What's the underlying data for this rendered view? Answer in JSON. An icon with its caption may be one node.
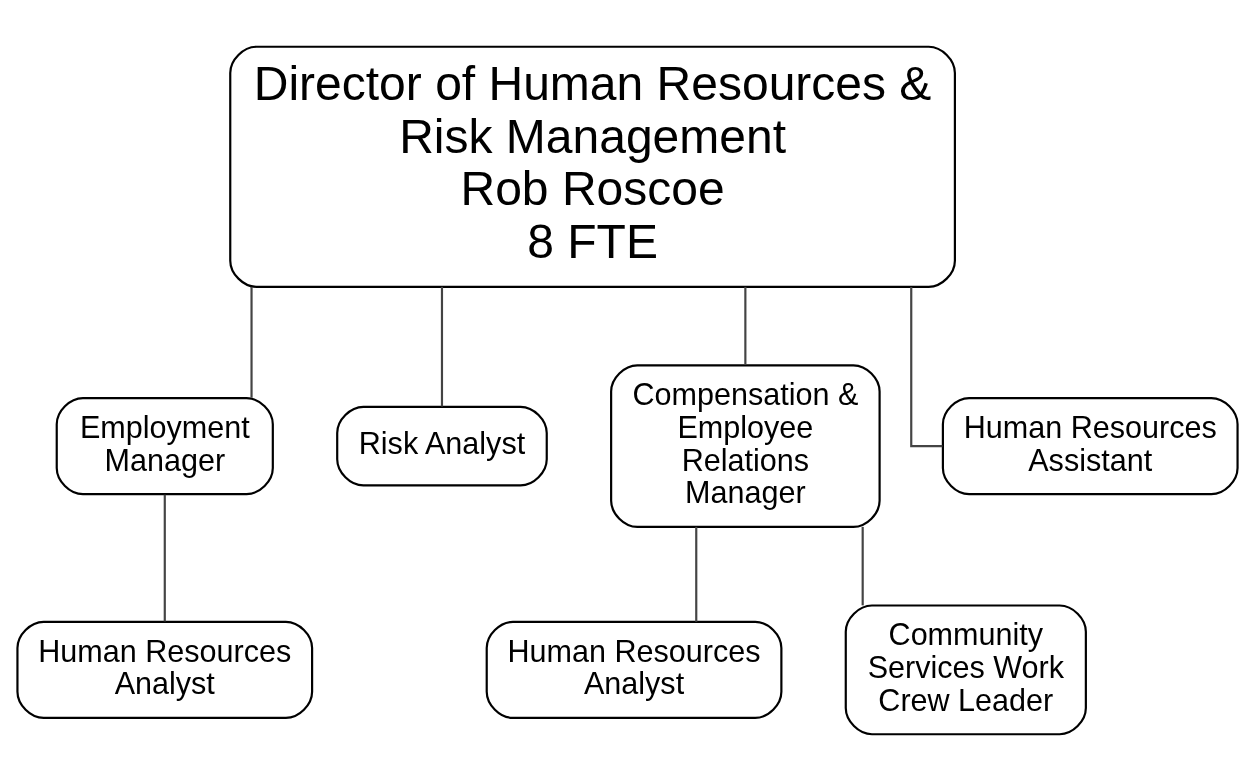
{
  "diagram": {
    "nodes": [
      {
        "text": [
          "Director of Human Resources & Risk Management",
          "Rob Roscoe",
          "8 FTE"
        ]
      },
      {
        "text": [
          "Employment Manager"
        ]
      },
      {
        "text": [
          "Risk Analyst"
        ]
      },
      {
        "text": [
          "Compensation & Employee Relations Manager"
        ]
      },
      {
        "text": [
          "Human Resources Assistant"
        ]
      },
      {
        "text": [
          "Human Resources Analyst"
        ]
      },
      {
        "text": [
          "Human Resources Analyst"
        ]
      },
      {
        "text": [
          "Community Services Work Crew Leader"
        ]
      }
    ],
    "edges": [
      {
        "from": 0,
        "to": 1,
        "arrow": "none"
      },
      {
        "from": 0,
        "to": 2,
        "arrow": "none"
      },
      {
        "from": 0,
        "to": 3,
        "arrow": "none"
      },
      {
        "from": 0,
        "to": 4,
        "arrow": "none"
      },
      {
        "from": 1,
        "to": 5,
        "arrow": "none"
      },
      {
        "from": 3,
        "to": 6,
        "arrow": "none"
      },
      {
        "from": 3,
        "to": 7,
        "arrow": "none"
      }
    ]
  }
}
